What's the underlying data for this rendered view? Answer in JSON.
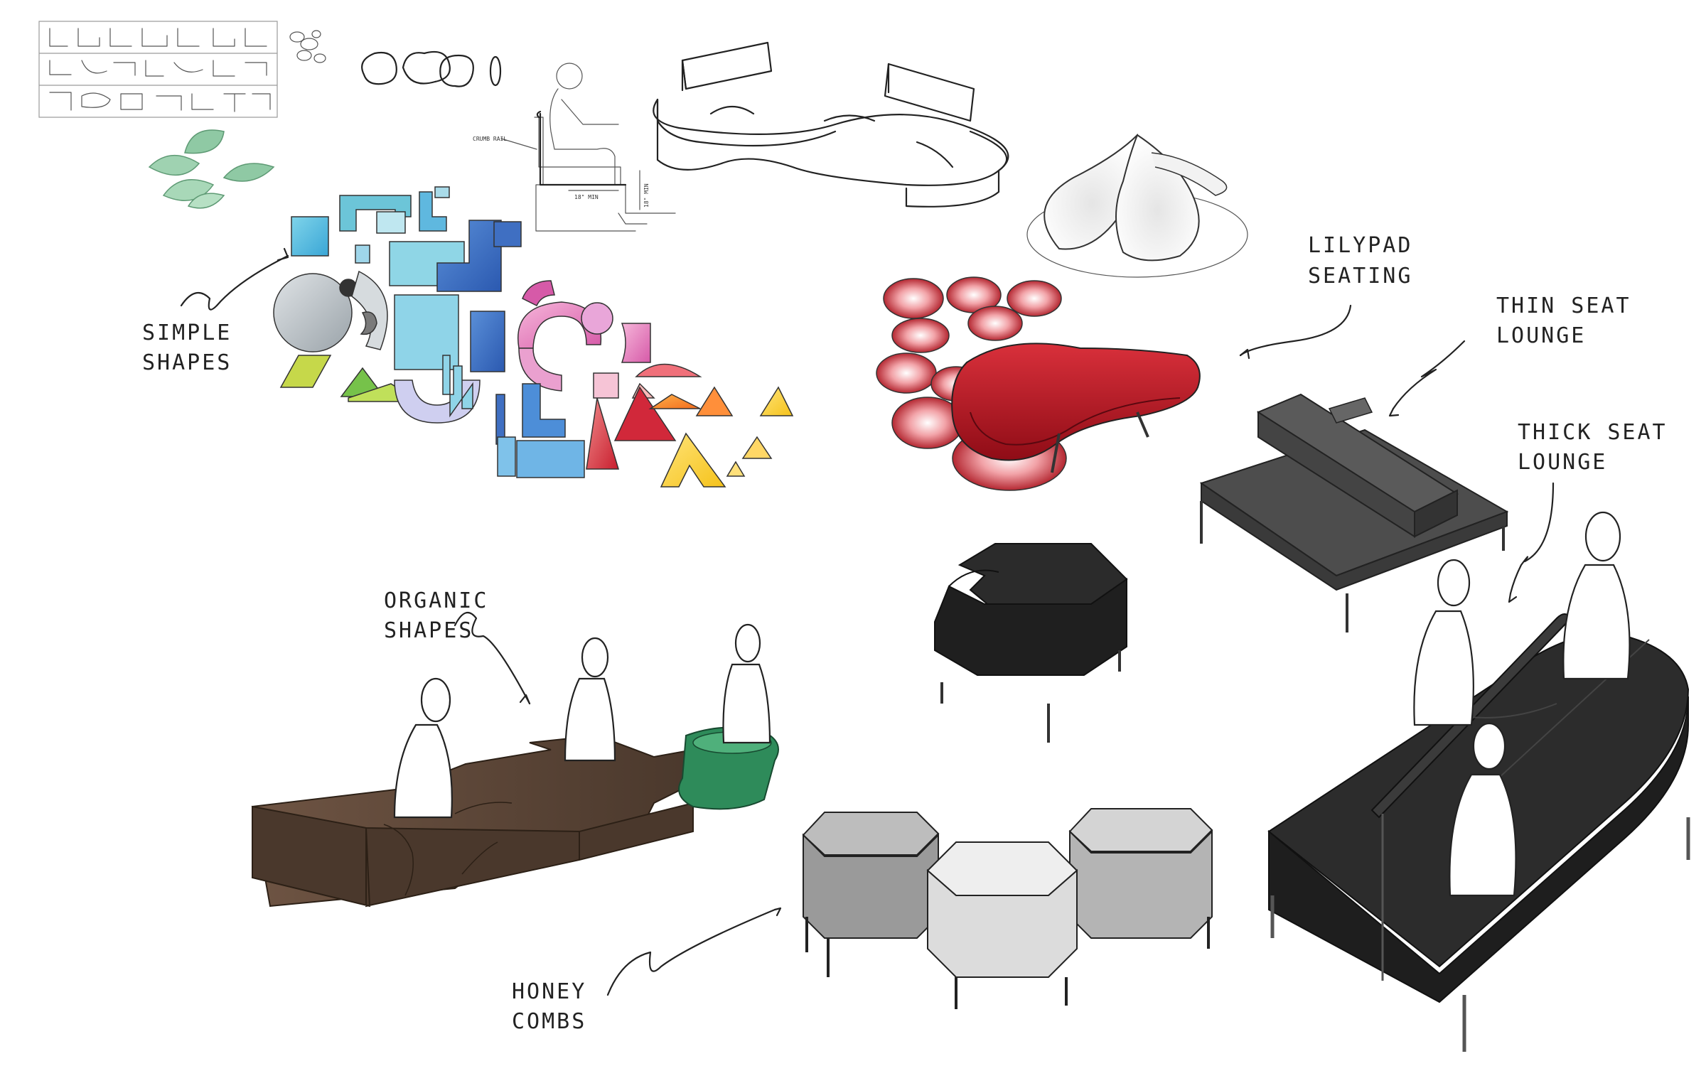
{
  "labels": {
    "simple_shapes_1": "SIMPLE",
    "simple_shapes_2": "SHAPES",
    "lilypad_1": "LILYPAD",
    "lilypad_2": "SEATING",
    "thin_seat_1": "THIN SEAT",
    "thin_seat_2": "LOUNGE",
    "thick_seat_1": "THICK SEAT",
    "thick_seat_2": "LOUNGE",
    "organic_1": "ORGANIC",
    "organic_2": "SHAPES",
    "honey_1": "HONEY",
    "honey_2": "COMBS",
    "crumb_rail": "CRUMB RAIL",
    "dim_depth": "18\" MIN",
    "dim_height": "18\" MIN"
  },
  "colors": {
    "lilypad_red": "#b3121c",
    "organic_brown": "#5b4636",
    "organic_green": "#2e8b5a",
    "honeycomb_light": "#e6e6e6",
    "honeycomb_mid": "#b8b8b8",
    "lounge_dark": "#2a2a2a",
    "thin_lounge": "#555555",
    "leaf_green": "#8fc9a4"
  },
  "icons": [
    "arrow-icon",
    "person-figure-icon",
    "leaf-icon"
  ]
}
